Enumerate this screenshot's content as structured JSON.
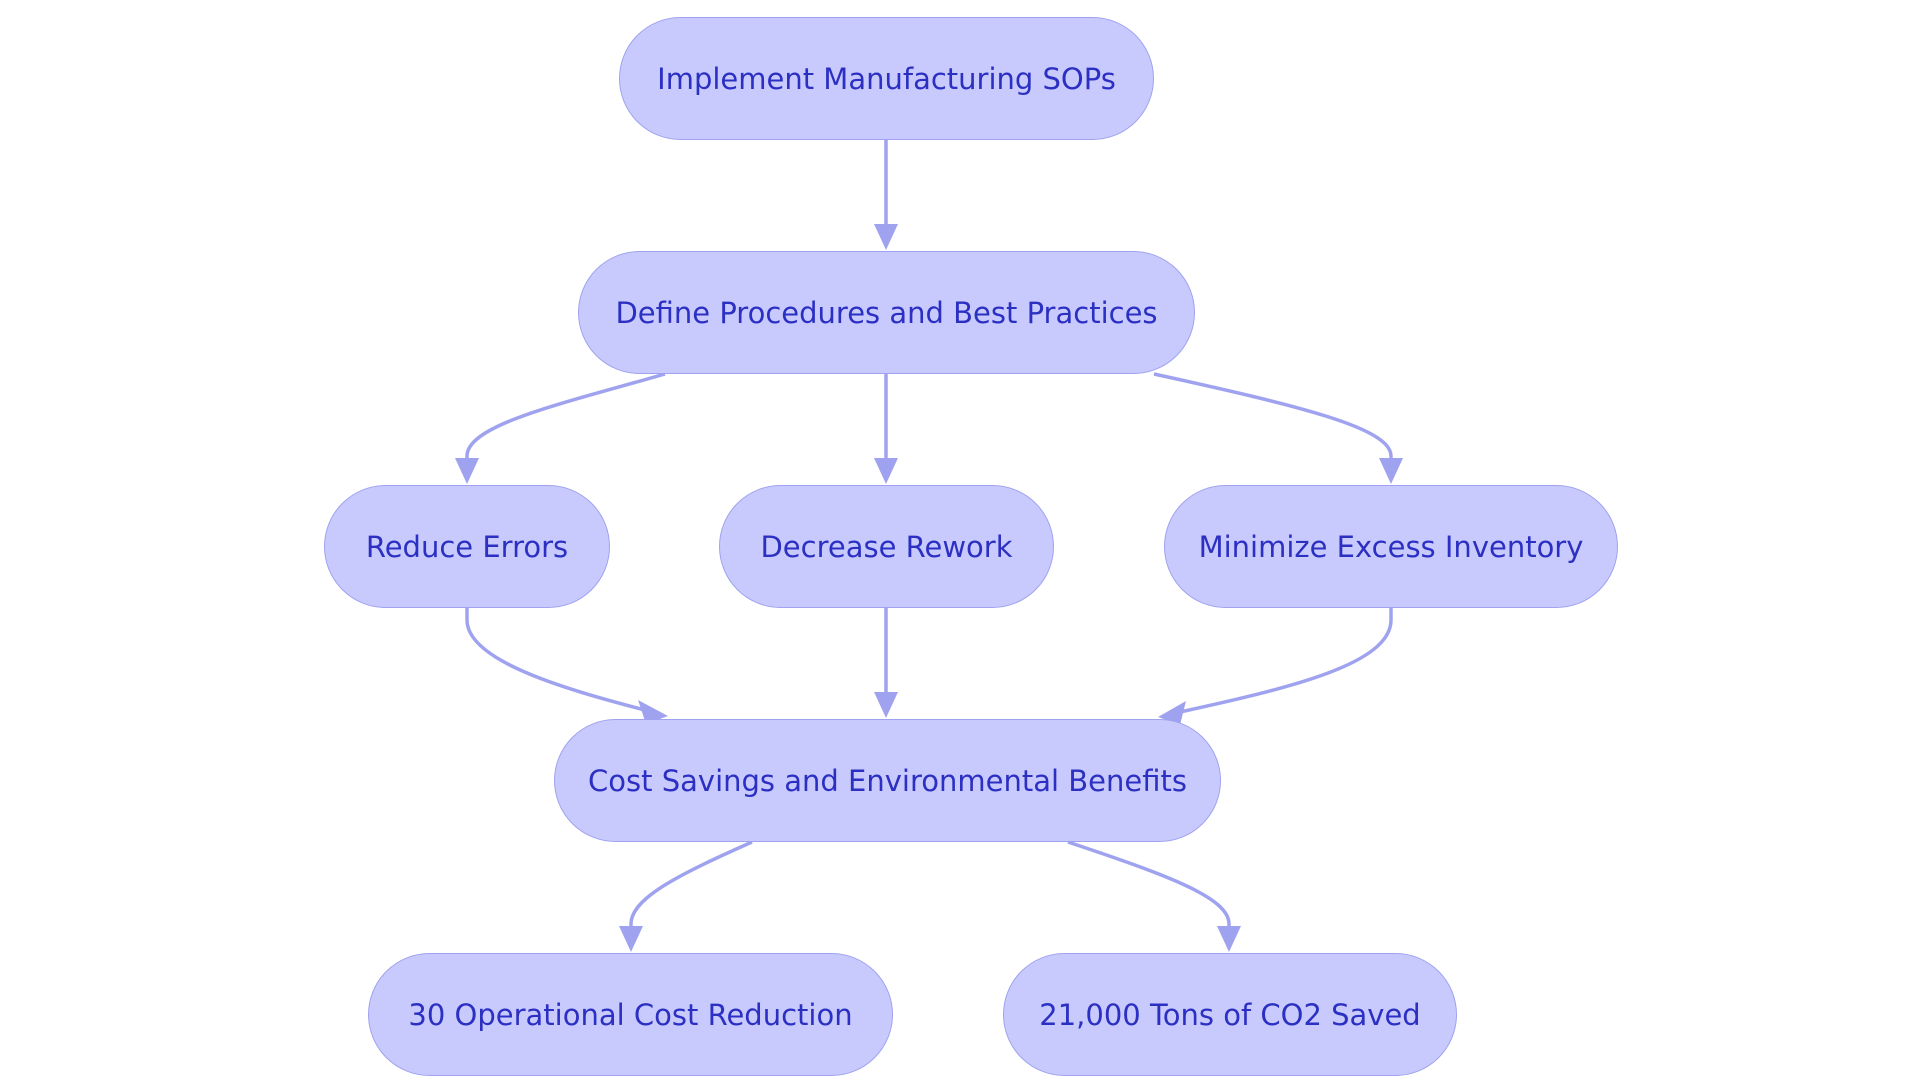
{
  "colors": {
    "node_fill": "#c8cafd",
    "node_border": "#9fa3ef",
    "node_text": "#2c30c2",
    "edge": "#9fa3ef",
    "background": "#ffffff"
  },
  "nodes": {
    "implement": "Implement Manufacturing SOPs",
    "define": "Define Procedures and Best Practices",
    "reduce_errors": "Reduce Errors",
    "decrease_rework": "Decrease Rework",
    "minimize_inventory": "Minimize Excess Inventory",
    "cost_savings": "Cost Savings and Environmental Benefits",
    "cost_reduction": "30 Operational Cost Reduction",
    "co2_saved": "21,000 Tons of CO2 Saved"
  },
  "edges": [
    {
      "from": "implement",
      "to": "define"
    },
    {
      "from": "define",
      "to": "reduce_errors"
    },
    {
      "from": "define",
      "to": "decrease_rework"
    },
    {
      "from": "define",
      "to": "minimize_inventory"
    },
    {
      "from": "reduce_errors",
      "to": "cost_savings"
    },
    {
      "from": "decrease_rework",
      "to": "cost_savings"
    },
    {
      "from": "minimize_inventory",
      "to": "cost_savings"
    },
    {
      "from": "cost_savings",
      "to": "cost_reduction"
    },
    {
      "from": "cost_savings",
      "to": "co2_saved"
    }
  ]
}
